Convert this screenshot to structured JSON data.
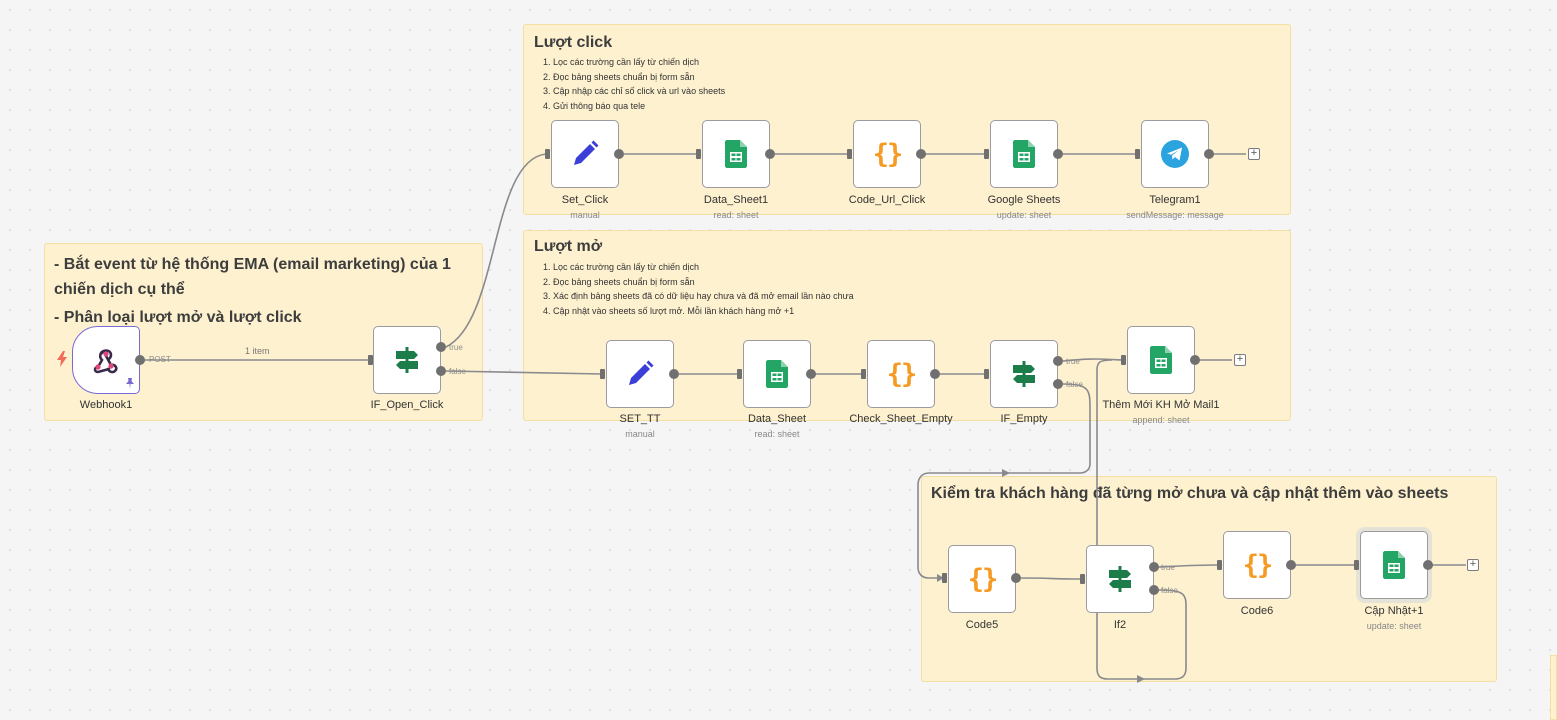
{
  "notes": {
    "intro": {
      "line1": "- Bắt event từ hệ thống EMA (email marketing) của 1 chiến dịch cụ thể",
      "line2": "- Phân loại lượt mở và lượt click"
    },
    "click": {
      "title": "Lượt click",
      "steps": [
        "Lọc các trường cần lấy từ chiến dịch",
        "Đọc bảng sheets chuẩn bị form sẵn",
        "Cập nhập các chỉ số click và url vào sheets",
        "Gửi thông báo qua tele"
      ]
    },
    "open": {
      "title": "Lượt mở",
      "steps": [
        "Lọc các trường cần lấy từ chiến dịch",
        "Đọc bảng sheets chuẩn bị form sẵn",
        "Xác định bảng sheets đã có dữ liệu hay chưa và đã mở email lần nào chưa",
        "Cập nhật vào sheets số lượt mở. Mỗi lần khách hàng mở +1"
      ]
    },
    "check": {
      "title": "Kiểm tra khách hàng đã từng mở chưa và cập nhật thêm vào sheets"
    }
  },
  "nodes": {
    "webhook": {
      "label": "Webhook1",
      "icon": "webhook-icon"
    },
    "if_open_click": {
      "label": "IF_Open_Click",
      "icon": "signpost-icon"
    },
    "set_click": {
      "label": "Set_Click",
      "sub": "manual",
      "icon": "pencil-icon"
    },
    "data_sheet1": {
      "label": "Data_Sheet1",
      "sub": "read: sheet",
      "icon": "google-sheets-icon"
    },
    "code_url_click": {
      "label": "Code_Url_Click",
      "icon": "braces-icon"
    },
    "google_sheets": {
      "label": "Google Sheets",
      "sub": "update: sheet",
      "icon": "google-sheets-icon"
    },
    "telegram1": {
      "label": "Telegram1",
      "sub": "sendMessage: message",
      "icon": "telegram-icon"
    },
    "set_tt": {
      "label": "SET_TT",
      "sub": "manual",
      "icon": "pencil-icon"
    },
    "data_sheet": {
      "label": "Data_Sheet",
      "sub": "read: sheet",
      "icon": "google-sheets-icon"
    },
    "check_sheet_empty": {
      "label": "Check_Sheet_Empty",
      "icon": "braces-icon"
    },
    "if_empty": {
      "label": "IF_Empty",
      "icon": "signpost-icon"
    },
    "them_moi": {
      "label": "Thêm Mới KH Mở Mail1",
      "sub": "append: sheet",
      "icon": "google-sheets-icon"
    },
    "code5": {
      "label": "Code5",
      "icon": "braces-icon"
    },
    "if2": {
      "label": "If2",
      "icon": "signpost-icon"
    },
    "code6": {
      "label": "Code6",
      "icon": "braces-icon"
    },
    "cap_nhat": {
      "label": "Cập Nhật+1",
      "sub": "update: sheet",
      "icon": "google-sheets-icon"
    }
  },
  "edge_labels": {
    "post": "POST",
    "true": "true",
    "false": "false",
    "items": "1 item"
  },
  "braces": "{}",
  "colors": {
    "sticky": "#fdf1cf",
    "sheets_green": "#23a566",
    "pencil_blue": "#3b3fd8",
    "signpost_green": "#1d7d4a",
    "code_orange": "#f59a23",
    "telegram_blue": "#2aa3df",
    "webhook_border": "#7a6ad8"
  }
}
